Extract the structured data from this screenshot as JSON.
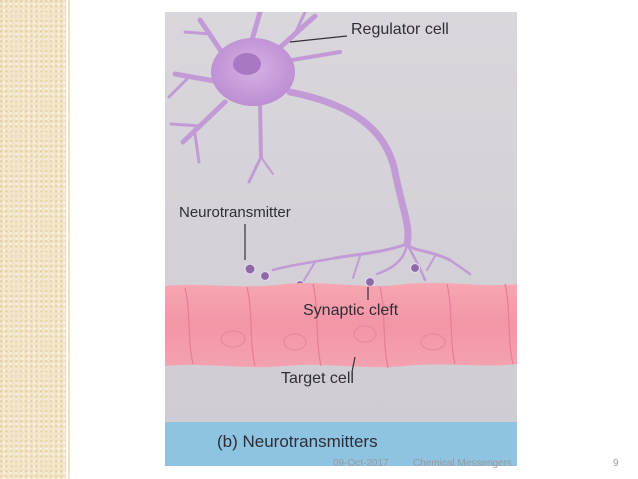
{
  "slide": {
    "footer": {
      "date": "09-Oct-2017",
      "title": "Chemical Messengers",
      "page_number": "9"
    }
  },
  "figure": {
    "labels": {
      "regulator_cell": "Regulator cell",
      "neurotransmitter": "Neurotransmitter",
      "synaptic_cleft": "Synaptic cleft",
      "target_cell": "Target cell",
      "caption": "(b) Neurotransmitters"
    },
    "colors": {
      "background_band": "#f3e6c8",
      "figure_background": "#d8d6db",
      "neuron": "#c49ad8",
      "target_cell": "#f59eac",
      "caption_bar": "#8ec3e2"
    }
  }
}
